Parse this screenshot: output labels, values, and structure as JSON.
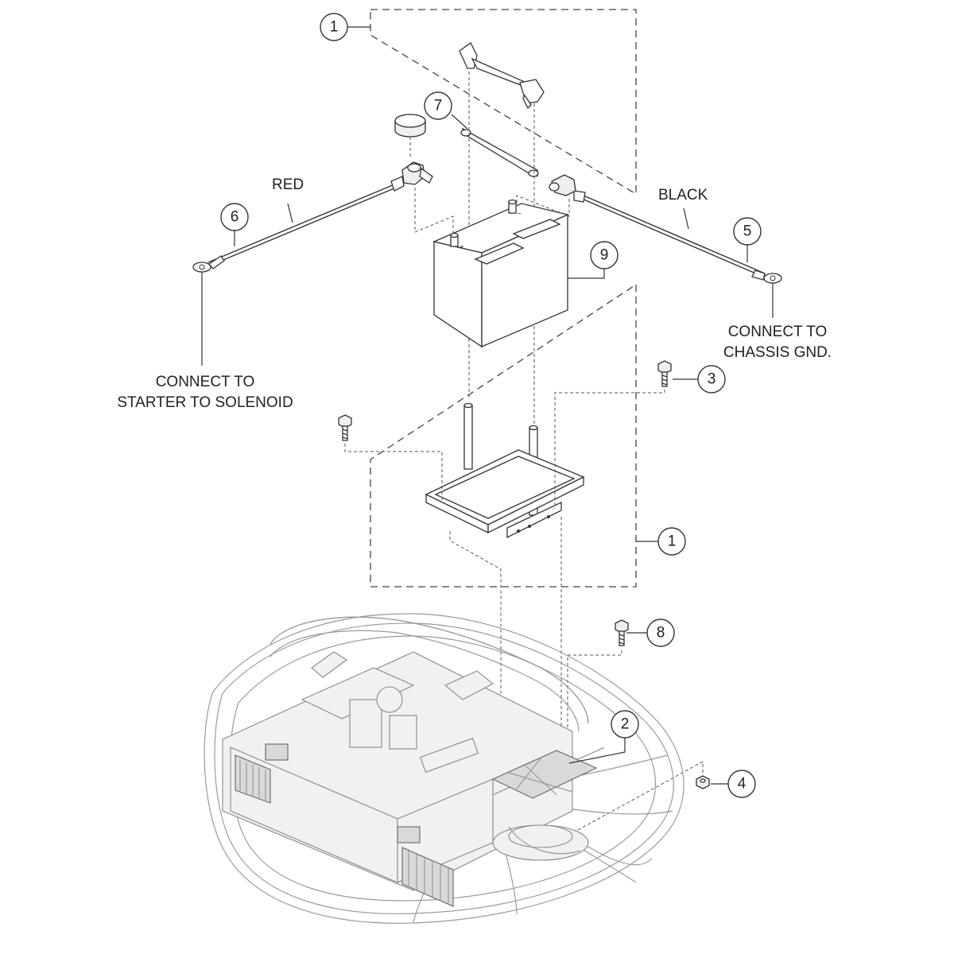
{
  "callouts": {
    "c1_top": "1",
    "c1_bottom": "1",
    "c2": "2",
    "c3": "3",
    "c4": "4",
    "c5": "5",
    "c6": "6",
    "c7": "7",
    "c8": "8",
    "c9": "9"
  },
  "labels": {
    "red": "RED",
    "black": "BLACK",
    "connect_starter_line1": "CONNECT TO",
    "connect_starter_line2": "STARTER TO SOLENOID",
    "connect_chassis_line1": "CONNECT TO",
    "connect_chassis_line2": "CHASSIS GND."
  }
}
